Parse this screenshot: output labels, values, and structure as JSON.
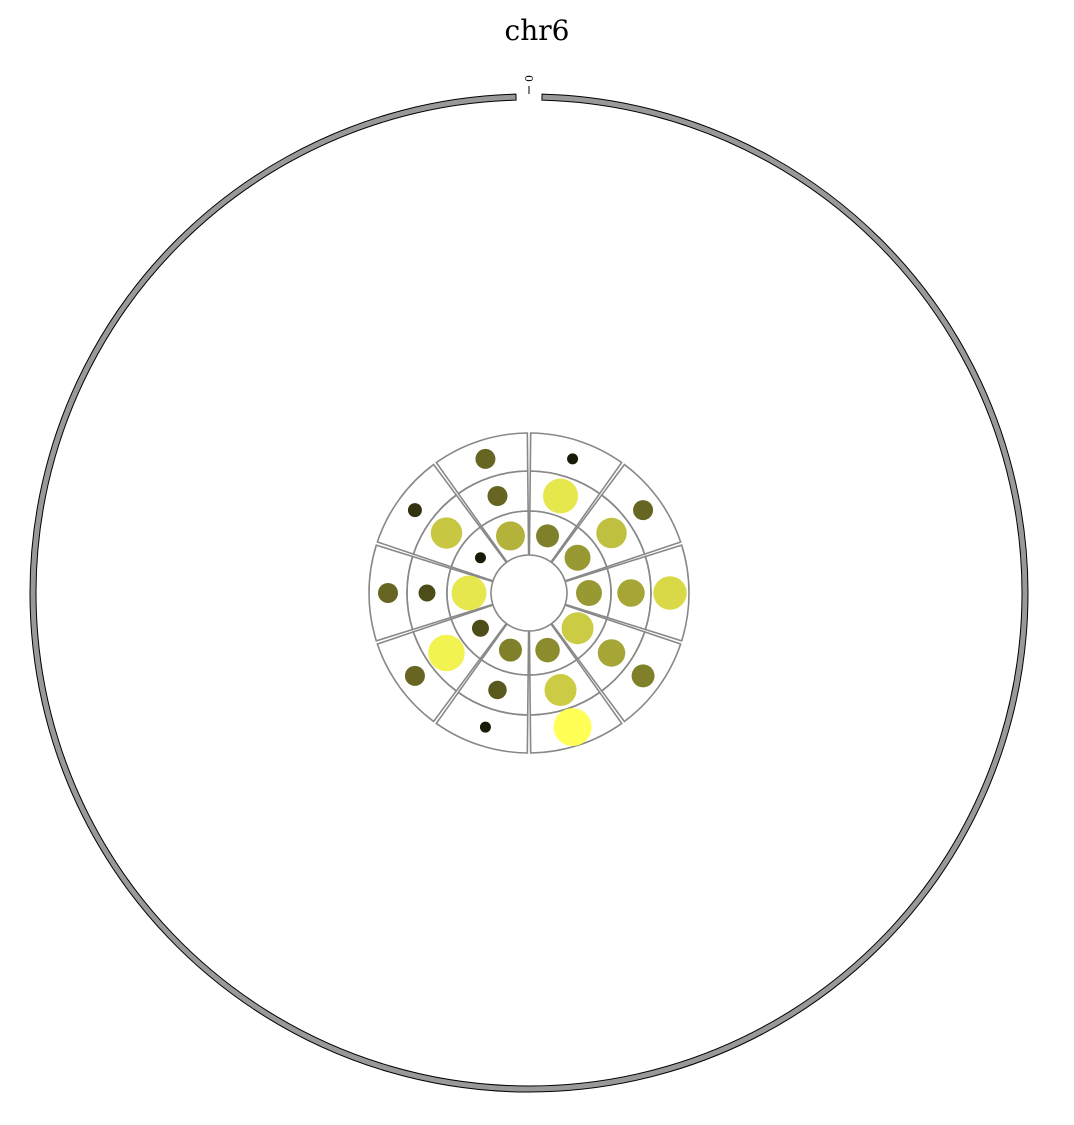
{
  "title": "chr6",
  "ideogram": {
    "chromosome": "chr6",
    "fill": "#999999",
    "stroke": "#000000",
    "tick_label": "0"
  },
  "chart_data": {
    "type": "circular-heatmap-dots",
    "title": "chr6",
    "rings": [
      {
        "ring": 1,
        "values": [
          0.5,
          0.6,
          0.6,
          0.8,
          0.55,
          0.5,
          0.3,
          0.9,
          0.1,
          0.7
        ]
      },
      {
        "ring": 2,
        "values": [
          0.9,
          0.75,
          0.65,
          0.65,
          0.8,
          0.35,
          0.95,
          0.3,
          0.78,
          0.4
        ]
      },
      {
        "ring": 3,
        "values": [
          0.1,
          0.4,
          0.85,
          0.5,
          1.0,
          0.1,
          0.4,
          0.4,
          0.2,
          0.4
        ]
      }
    ],
    "sectors": 10,
    "color_low": "#000000",
    "color_high": "#ffff55"
  }
}
